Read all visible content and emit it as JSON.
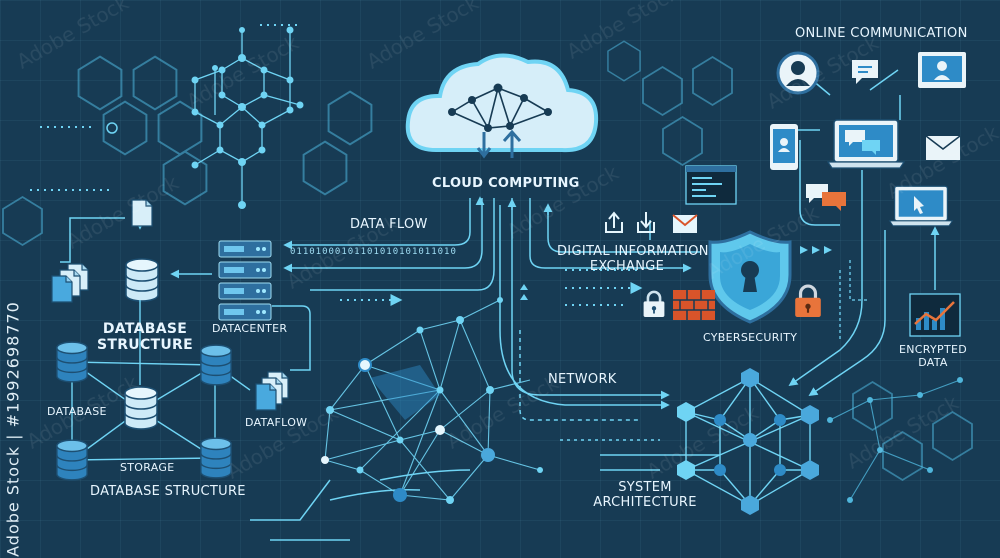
{
  "labels": {
    "cloud_computing": "CLOUD COMPUTING",
    "online_communication": "ONLINE COMMUNICATION",
    "data_flow": "DATA FLOW",
    "digital_info_line1": "DIGITAL INFORMATION",
    "digital_info_line2": "EXCHANGE",
    "database_structure_title_line1": "DATABASE",
    "database_structure_title_line2": "STRUCTURE",
    "datacenter": "DATACENTER",
    "database": "DATABASE",
    "storage": "STORAGE",
    "database_structure": "DATABASE STRUCTURE",
    "dataflow": "DATAFLOW",
    "cybersecurity": "CYBERSECURITY",
    "network": "NETWORK",
    "encrypted_line1": "ENCRYPTED",
    "encrypted_line2": "DATA",
    "system_line1": "SYSTEM",
    "system_line2": "ARCHITECTURE"
  },
  "binary_stream": "01101000101101010101011010",
  "watermark_id": "Adobe Stock | #1992698770",
  "watermark_text": "Adobe Stock",
  "colors": {
    "background": "#173b54",
    "line": "#5fc8ec",
    "accent_blue": "#2e8bc7",
    "node_light": "#bfe8f6",
    "lock_orange": "#e8743b",
    "brick_red": "#d9542a"
  },
  "icons": [
    "cloud-icon",
    "shield-lock-icon",
    "padlock-icon",
    "database-icon",
    "server-rack-icon",
    "document-icon",
    "laptop-icon",
    "smartphone-icon",
    "envelope-icon",
    "chat-icon",
    "user-avatar-icon",
    "chart-icon"
  ]
}
